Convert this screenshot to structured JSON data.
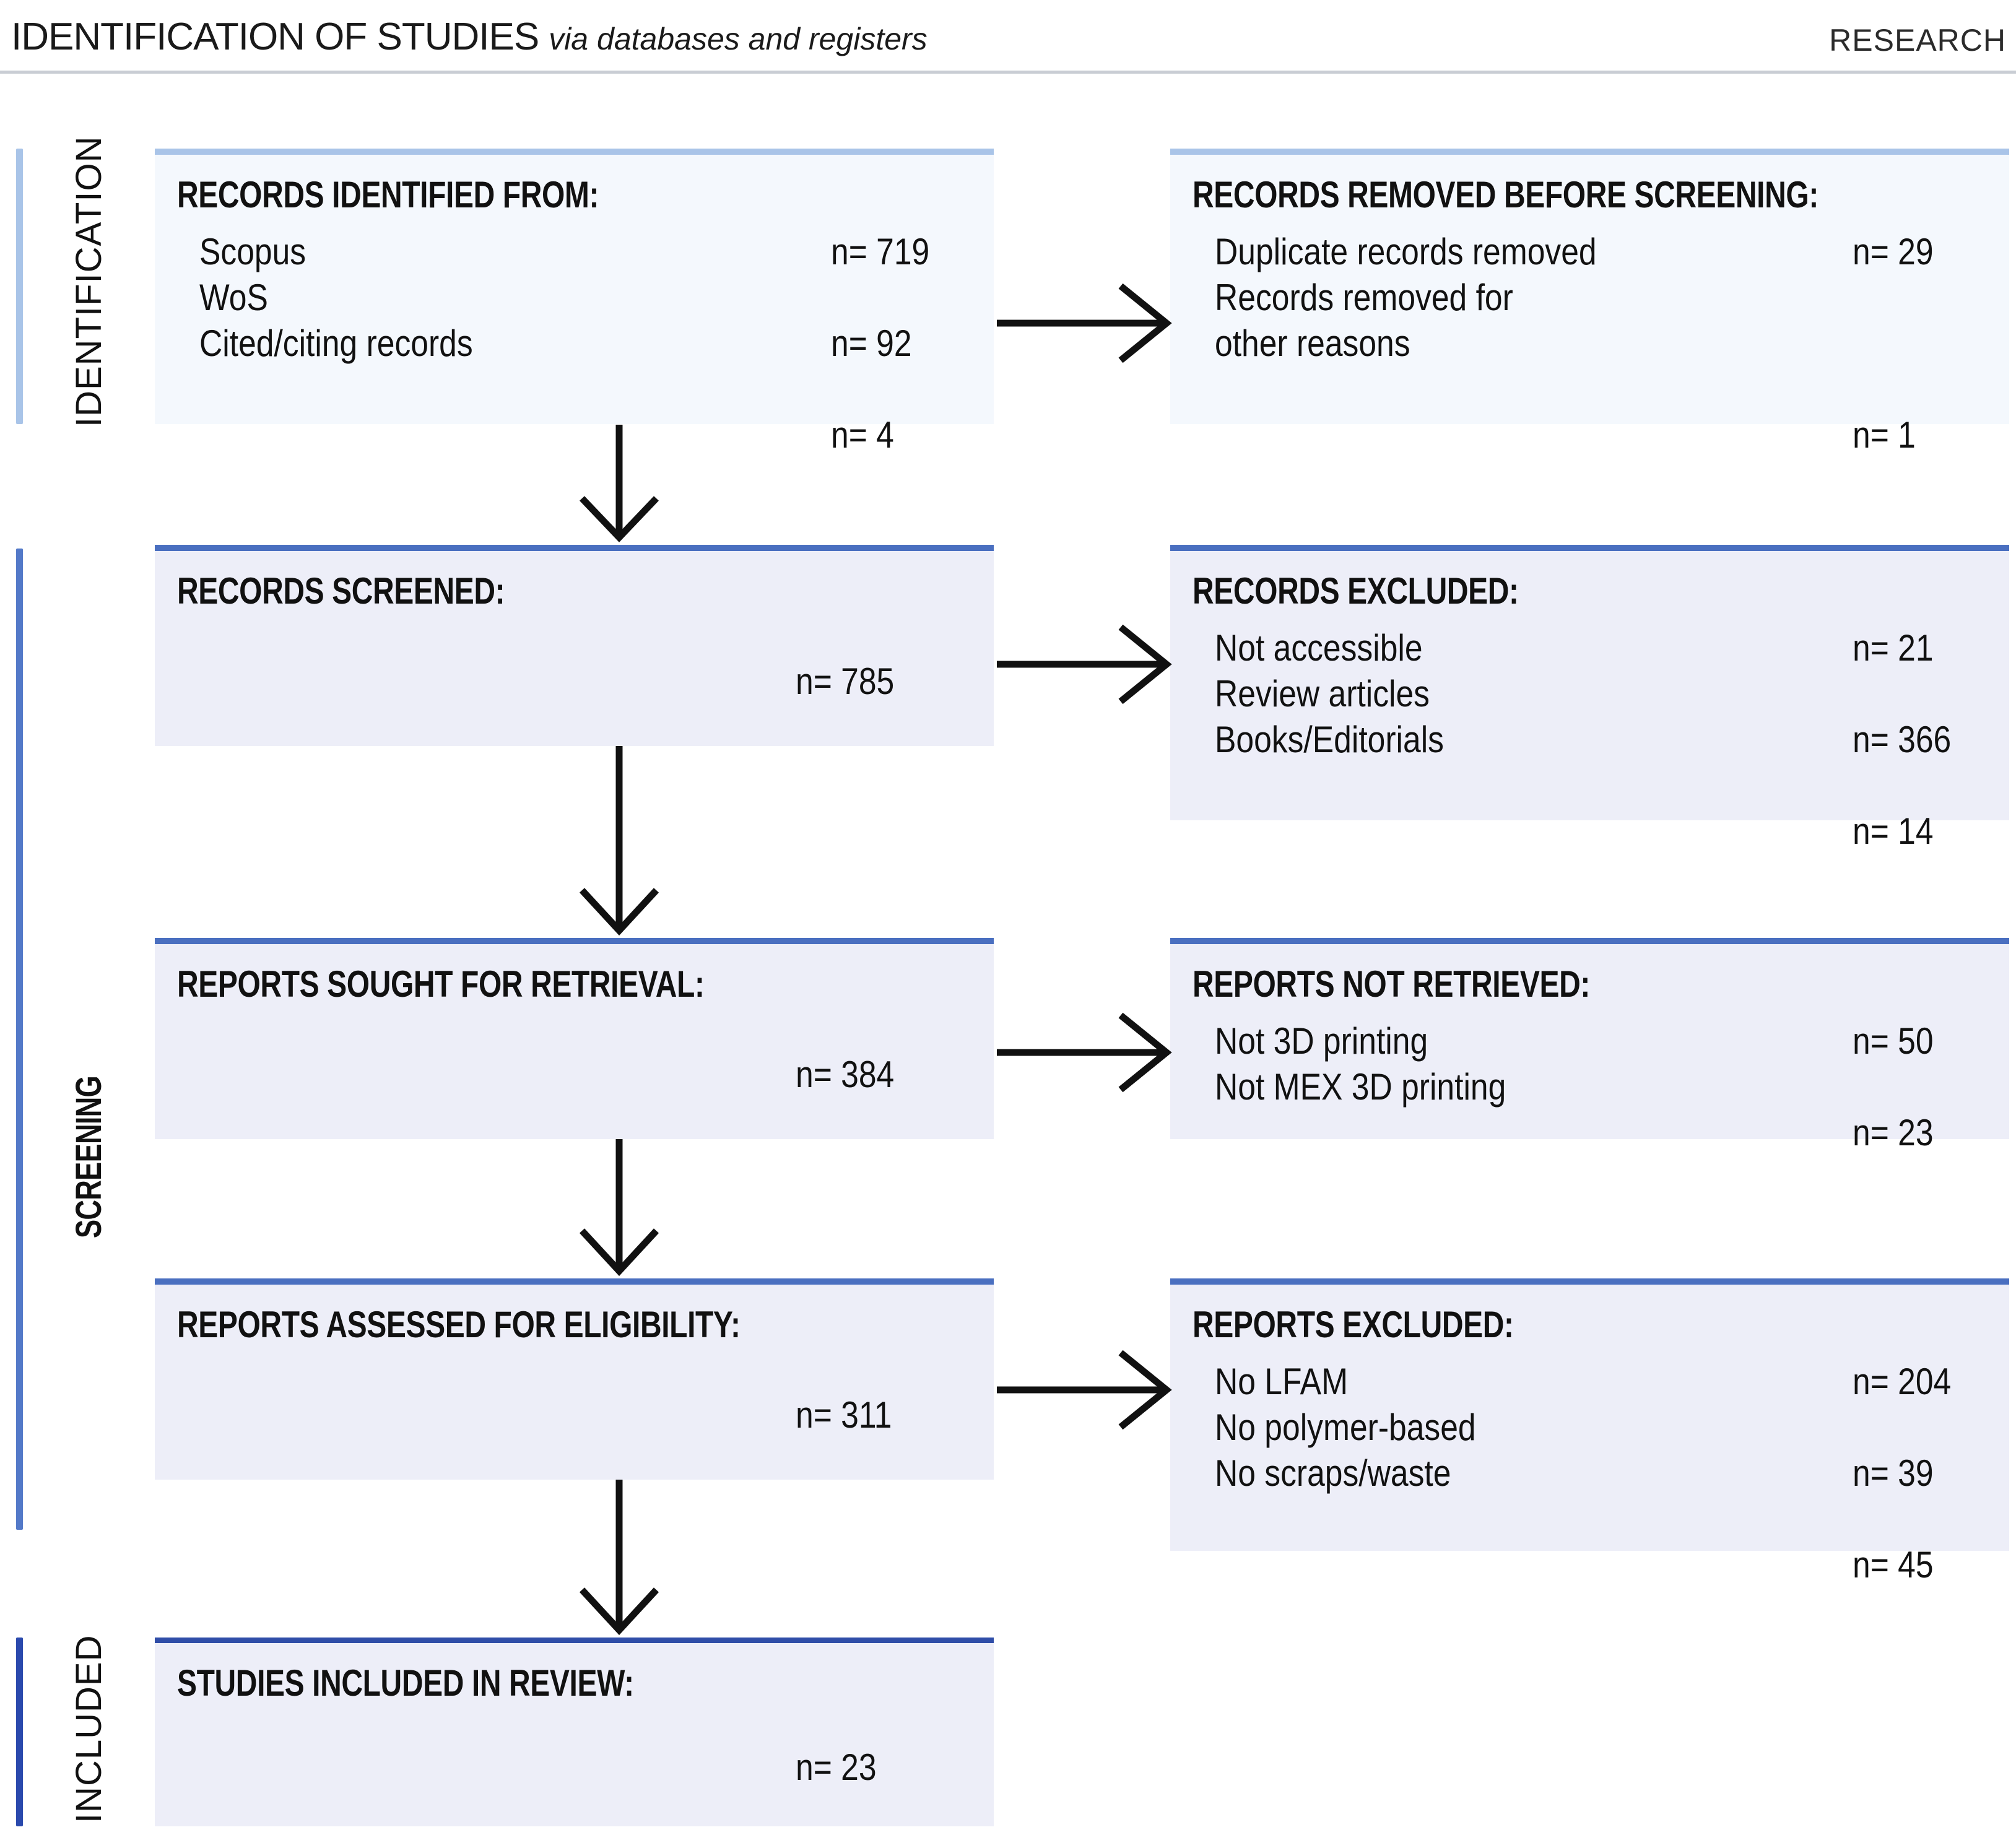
{
  "header": {
    "title": "IDENTIFICATION OF STUDIES",
    "subtitle": "via databases and registers",
    "right_label": "RESEARCH"
  },
  "stages": {
    "identification": {
      "label": "IDENTIFICATION",
      "color": "#a9c4e8"
    },
    "screening": {
      "label": "SCREENING",
      "color": "#5379c8"
    },
    "included": {
      "label": "INCLUDED",
      "color": "#2a49ad"
    }
  },
  "boxes": {
    "records_identified": {
      "title": "RECORDS IDENTIFIED FROM:",
      "rows": [
        {
          "label": "Scopus",
          "value": "n= 719"
        },
        {
          "label": "WoS",
          "value": "n= 92"
        },
        {
          "label": "Cited/citing records",
          "value": "n= 4"
        }
      ]
    },
    "records_removed": {
      "title": "RECORDS REMOVED BEFORE SCREENING:",
      "rows": [
        {
          "label": "Duplicate records removed",
          "value": "n= 29"
        },
        {
          "label": "Records removed for",
          "value": ""
        },
        {
          "label": "other reasons",
          "value": "n= 1"
        }
      ]
    },
    "records_screened": {
      "title": "RECORDS SCREENED:",
      "value": "n= 785"
    },
    "records_excluded": {
      "title": "RECORDS EXCLUDED:",
      "rows": [
        {
          "label": "Not accessible",
          "value": "n= 21"
        },
        {
          "label": "Review articles",
          "value": "n= 366"
        },
        {
          "label": "Books/Editorials",
          "value": "n= 14"
        }
      ]
    },
    "reports_sought": {
      "title": "REPORTS SOUGHT FOR RETRIEVAL:",
      "value": "n= 384"
    },
    "reports_not_retrieved": {
      "title": "REPORTS NOT RETRIEVED:",
      "rows": [
        {
          "label": "Not 3D printing",
          "value": "n= 50"
        },
        {
          "label": "Not MEX 3D printing",
          "value": "n= 23"
        }
      ]
    },
    "reports_assessed": {
      "title": "REPORTS ASSESSED FOR ELIGIBILITY:",
      "value": "n= 311"
    },
    "reports_excluded": {
      "title": "REPORTS EXCLUDED:",
      "rows": [
        {
          "label": "No LFAM",
          "value": "n= 204"
        },
        {
          "label": "No polymer-based",
          "value": "n= 39"
        },
        {
          "label": "No scraps/waste",
          "value": "n= 45"
        }
      ]
    },
    "studies_included": {
      "title": "STUDIES INCLUDED IN REVIEW:",
      "value": "n= 23"
    }
  },
  "colors": {
    "box_fill_identification": "#f4f8fd",
    "box_fill_default": "#edeef8",
    "border_identification": "#a9c4e8",
    "border_screening": "#4a6fc0",
    "border_included": "#2f4da8",
    "arrow": "#111111",
    "header_rule": "#c9cdd4"
  }
}
